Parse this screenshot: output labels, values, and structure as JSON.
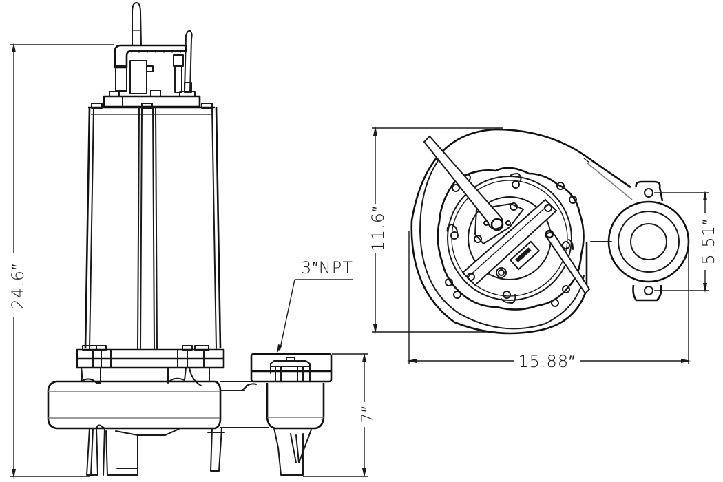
{
  "diagram": {
    "type": "technical-dimension-drawing",
    "subject": "submersible pump",
    "views": [
      {
        "name": "side-elevation-view"
      },
      {
        "name": "top-plan-view"
      }
    ],
    "dimensions": {
      "overall_height": "24.6″",
      "base_height": "7″",
      "plan_depth": "11.6″",
      "plan_width": "15.88″",
      "discharge_bolt_spacing": "5.51″"
    },
    "callouts": {
      "discharge": "3″NPT"
    },
    "colors": {
      "line": "#1a1a1a",
      "background": "#ffffff",
      "secondary_line": "#7a7a7a"
    }
  }
}
